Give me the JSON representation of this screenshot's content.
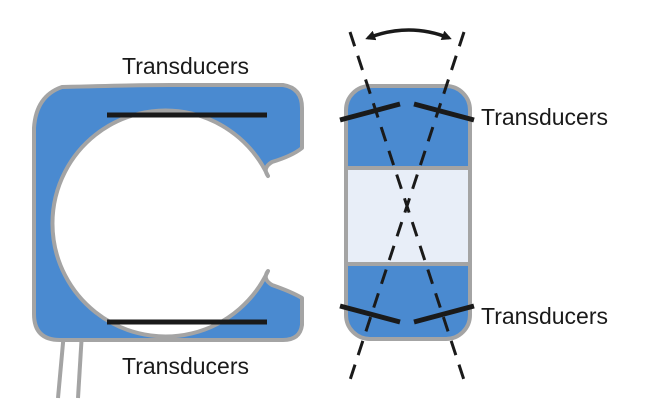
{
  "labels": {
    "top_left": "Transducers",
    "bottom_left": "Transducers",
    "top_right": "Transducers",
    "bottom_right": "Transducers"
  },
  "colors": {
    "sensor_fill": "#4a8ad0",
    "sensor_outline": "#a4a4a4",
    "fluid_window": "#e8eef8",
    "line": "#1a1a1a"
  }
}
